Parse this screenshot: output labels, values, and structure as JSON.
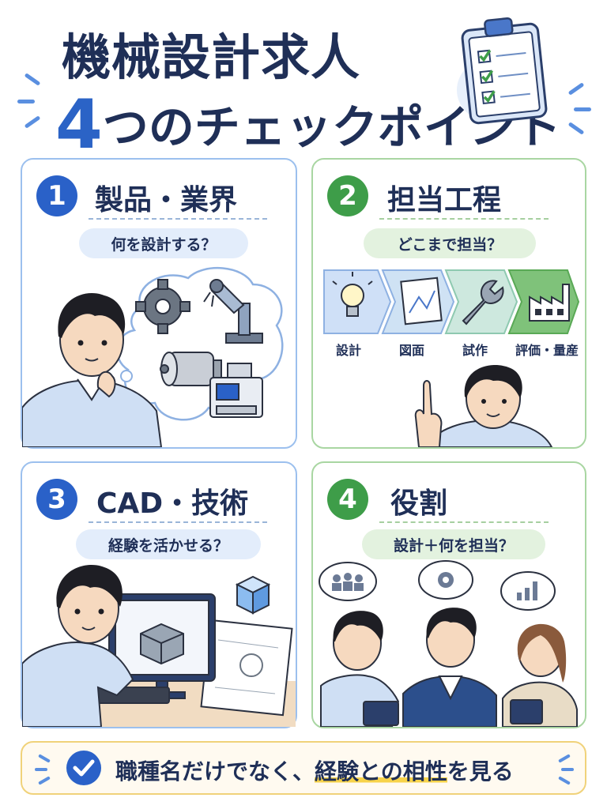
{
  "header": {
    "title_line1": "機械設計求人",
    "title_num": "4",
    "title_rest": "つのチェックポイント",
    "icon": "clipboard-checklist-icon"
  },
  "panels": [
    {
      "num": "1",
      "title": "製品・業界",
      "question": "何を設計する？",
      "accent": "#2a61c8"
    },
    {
      "num": "2",
      "title": "担当工程",
      "question": "どこまで担当？",
      "accent": "#3e9d49",
      "steps": [
        "設計",
        "図面",
        "試作",
        "評価・量産"
      ]
    },
    {
      "num": "3",
      "title": "CAD・技術",
      "question": "経験を活かせる？",
      "accent": "#2a61c8"
    },
    {
      "num": "4",
      "title": "役割",
      "question": "設計＋何を担当？",
      "accent": "#3e9d49"
    }
  ],
  "banner": {
    "prefix": "職種名だけでなく、",
    "highlight": "経験との相性",
    "suffix": "を見る",
    "icon": "check-circle-icon"
  }
}
